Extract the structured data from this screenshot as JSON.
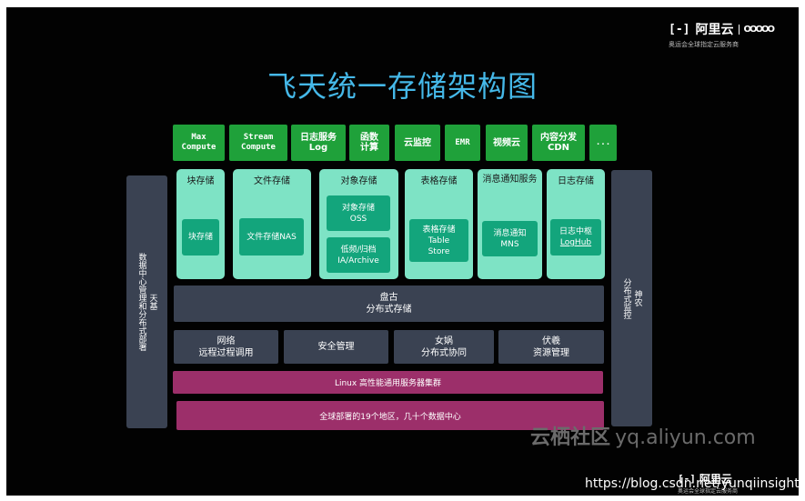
{
  "title": "飞天统一存储架构图",
  "brand": {
    "name": "阿里云",
    "tagline": "奥运会全球指定云服务商",
    "rings": "OOOOO"
  },
  "services": [
    {
      "line1": "Max",
      "line2": "Compute"
    },
    {
      "line1": "Stream",
      "line2": "Compute"
    },
    {
      "line1": "日志服务",
      "line2": "Log"
    },
    {
      "line1": "函数",
      "line2": "计算"
    },
    {
      "line1": "云监控",
      "line2": ""
    },
    {
      "line1": "EMR",
      "line2": ""
    },
    {
      "line1": "视频云",
      "line2": ""
    },
    {
      "line1": "内容分发",
      "line2": "CDN"
    },
    {
      "line1": "...",
      "line2": ""
    }
  ],
  "left_side": {
    "line1": "天基",
    "line2": "数据中心管理和分布式部署"
  },
  "right_side": {
    "line1": "神农",
    "line2": "分布式监控"
  },
  "storage_columns": [
    {
      "title": "块存储",
      "items": [
        {
          "line1": "块存储",
          "line2": ""
        }
      ]
    },
    {
      "title": "文件存储",
      "items": [
        {
          "line1": "文件存储NAS",
          "line2": ""
        }
      ]
    },
    {
      "title": "对象存储",
      "items": [
        {
          "line1": "对象存储",
          "line2": "OSS"
        },
        {
          "line1": "低频/归档",
          "line2": "IA/Archive"
        }
      ]
    },
    {
      "title": "表格存储",
      "items": [
        {
          "line1": "表格存储",
          "line2": "Table",
          "line3": "Store"
        }
      ]
    },
    {
      "title": "消息通知服务",
      "items": [
        {
          "line1": "消息通知",
          "line2": "MNS"
        }
      ]
    },
    {
      "title": "日志存储",
      "items": [
        {
          "line1": "日志中枢",
          "line2": "LogHub"
        }
      ]
    }
  ],
  "pangu": {
    "line1": "盘古",
    "line2": "分布式存储"
  },
  "layer_boxes": [
    {
      "line1": "网络",
      "line2": "远程过程调用"
    },
    {
      "line1": "安全管理",
      "line2": ""
    },
    {
      "line1": "女娲",
      "line2": "分布式协同"
    },
    {
      "line1": "伏羲",
      "line2": "资源管理"
    }
  ],
  "linux_bar": "Linux 高性能通用服务器集群",
  "global_bar": "全球部署的19个地区，几十个数据中心",
  "watermark": {
    "text": "云栖社区",
    "url": "yq.aliyun.com"
  },
  "footer_brand": {
    "name": "阿里云",
    "tagline": "奥运会全球指定云服务商"
  },
  "csdn_url": "https://blog.csdn.net/yunqiinsight",
  "colors": {
    "service_green": "#1fa13a",
    "column_mint": "#7ee3c5",
    "inner_teal": "#13a57c",
    "slate": "#3a4252",
    "magenta": "#9c2f6a",
    "title_blue": "#45b8e8"
  }
}
